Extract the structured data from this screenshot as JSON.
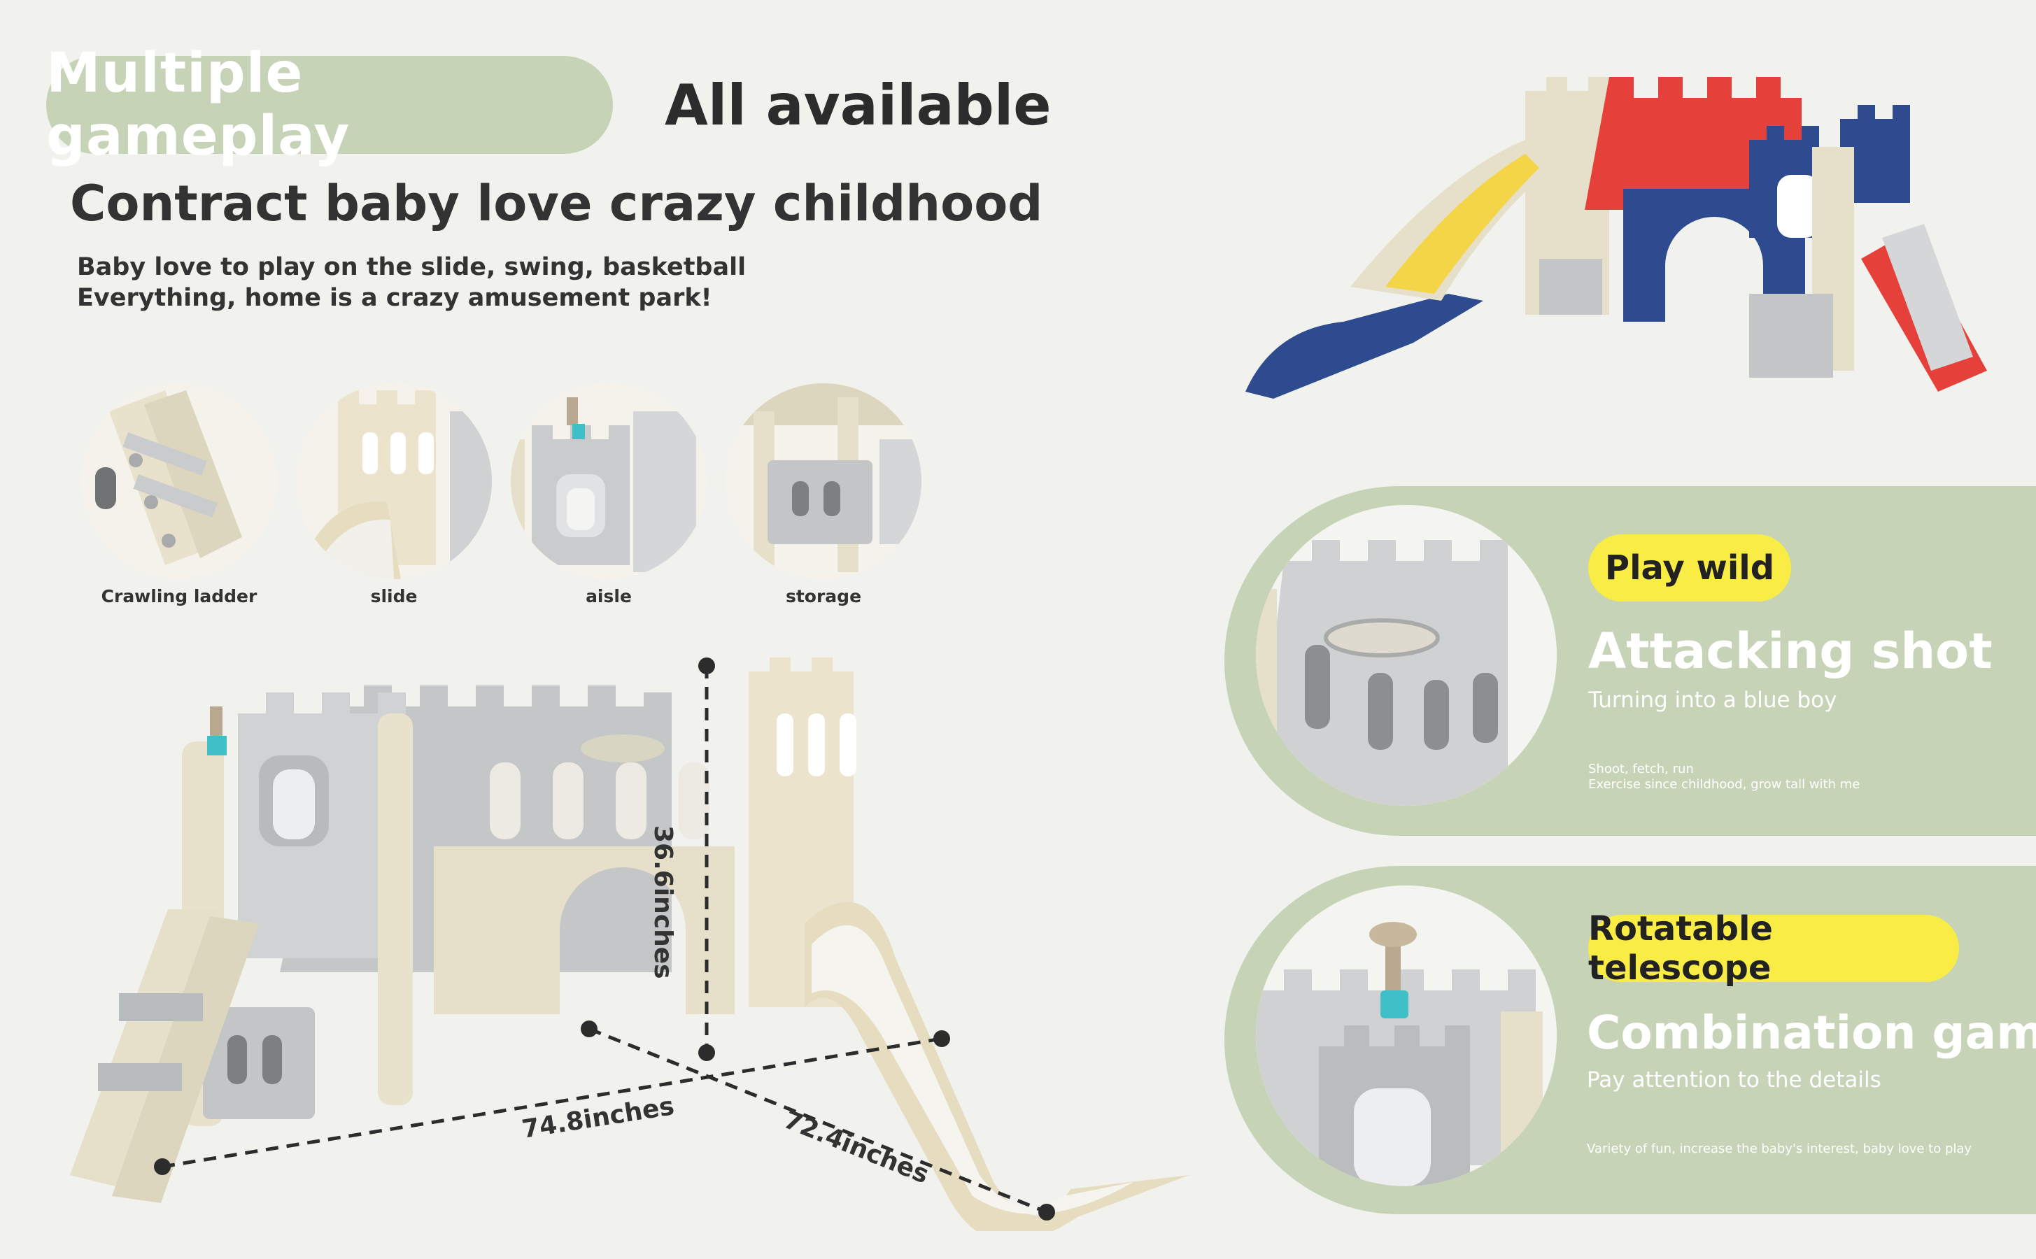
{
  "header": {
    "pill_text": "Multiple gameplay",
    "all_available": "All available",
    "headline": "Contract baby love crazy childhood",
    "desc_line1": "Baby love to play on the slide, swing, basketball",
    "desc_line2": "Everything, home is a crazy amusement park!"
  },
  "features": [
    {
      "label": "Crawling ladder",
      "icon": "ladder-detail-image"
    },
    {
      "label": "slide",
      "icon": "slide-detail-image"
    },
    {
      "label": "aisle",
      "icon": "aisle-detail-image"
    },
    {
      "label": "storage",
      "icon": "storage-detail-image"
    }
  ],
  "dimensions": {
    "height": "36.6inches",
    "width": "74.8inches",
    "depth": "72.4inches"
  },
  "panel_shot": {
    "pill": "Play wild",
    "title": "Attacking shot",
    "subtitle": "Turning into a blue boy",
    "tiny_line1": "Shoot, fetch, run",
    "tiny_line2": "Exercise since childhood, grow tall with me"
  },
  "panel_telescope": {
    "pill": "Rotatable telescope",
    "title": "Combination game",
    "subtitle": "Pay attention to the details",
    "tiny_line1": "Variety of fun, increase the baby's interest, baby love to play"
  },
  "colors": {
    "background": "#f1f2ee",
    "sage": "#c6d3b6",
    "yellow": "#f8ec45",
    "cream": "#e6dfc9",
    "gray": "#b9bcbe",
    "red": "#e5413a",
    "blue": "#2f4b8f"
  }
}
